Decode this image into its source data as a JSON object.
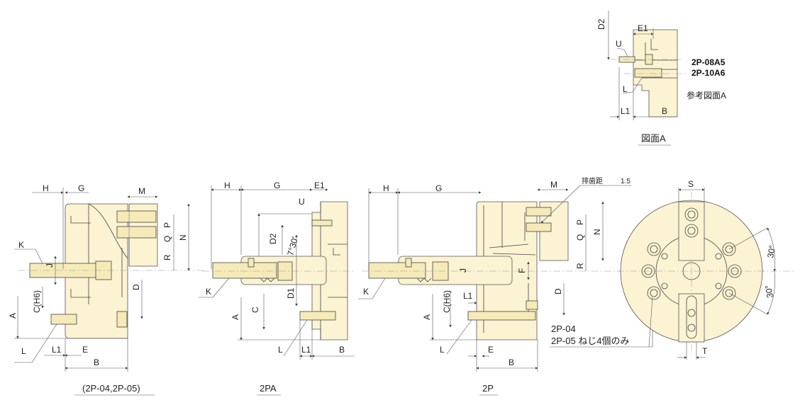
{
  "detail_a": {
    "labels": {
      "d2": "D2",
      "e1": "E1",
      "u": "U",
      "l": "L",
      "l1": "L1",
      "b": "B"
    },
    "models": [
      "2P-08A5",
      "2P-10A6"
    ],
    "reference_note": "参考図面A",
    "caption": "図面A"
  },
  "view_2p04": {
    "labels": {
      "h": "H",
      "g": "G",
      "m": "M",
      "p": "P",
      "q": "Q",
      "r": "R",
      "n": "N",
      "k": "K",
      "j": "J",
      "c": "C(H6)",
      "d": "D",
      "a": "A",
      "l": "L",
      "l1": "L1",
      "e": "E",
      "b": "B"
    },
    "caption": "(2P-04,2P-05)"
  },
  "view_2pa": {
    "labels": {
      "h": "H",
      "g": "G",
      "e1": "E1",
      "u": "U",
      "d2": "D2",
      "angle": "7°30'",
      "d1": "D1",
      "c": "C",
      "a": "A",
      "k": "K",
      "l": "L",
      "l1": "L1",
      "b": "B"
    },
    "caption": "2PA"
  },
  "view_2p": {
    "labels": {
      "h": "H",
      "g": "G",
      "m": "M",
      "pitch": "排歯距",
      "pitch_value": "1.5",
      "p": "P",
      "q": "Q",
      "r": "R",
      "n": "N",
      "j": "J",
      "f": "F",
      "d": "D",
      "c": "C(H6)",
      "l1": "L1",
      "a": "A",
      "k": "K",
      "l": "L",
      "e": "E",
      "b": "B"
    },
    "note_line1": "2P-04",
    "note_line2": "2P-05 ねじ4個のみ",
    "caption": "2P"
  },
  "front_view": {
    "labels": {
      "s": "S",
      "t": "T",
      "angle_top": "30°",
      "angle_bottom": "30°"
    }
  },
  "colors": {
    "body": "#fbf3d2",
    "line": "#444444"
  }
}
